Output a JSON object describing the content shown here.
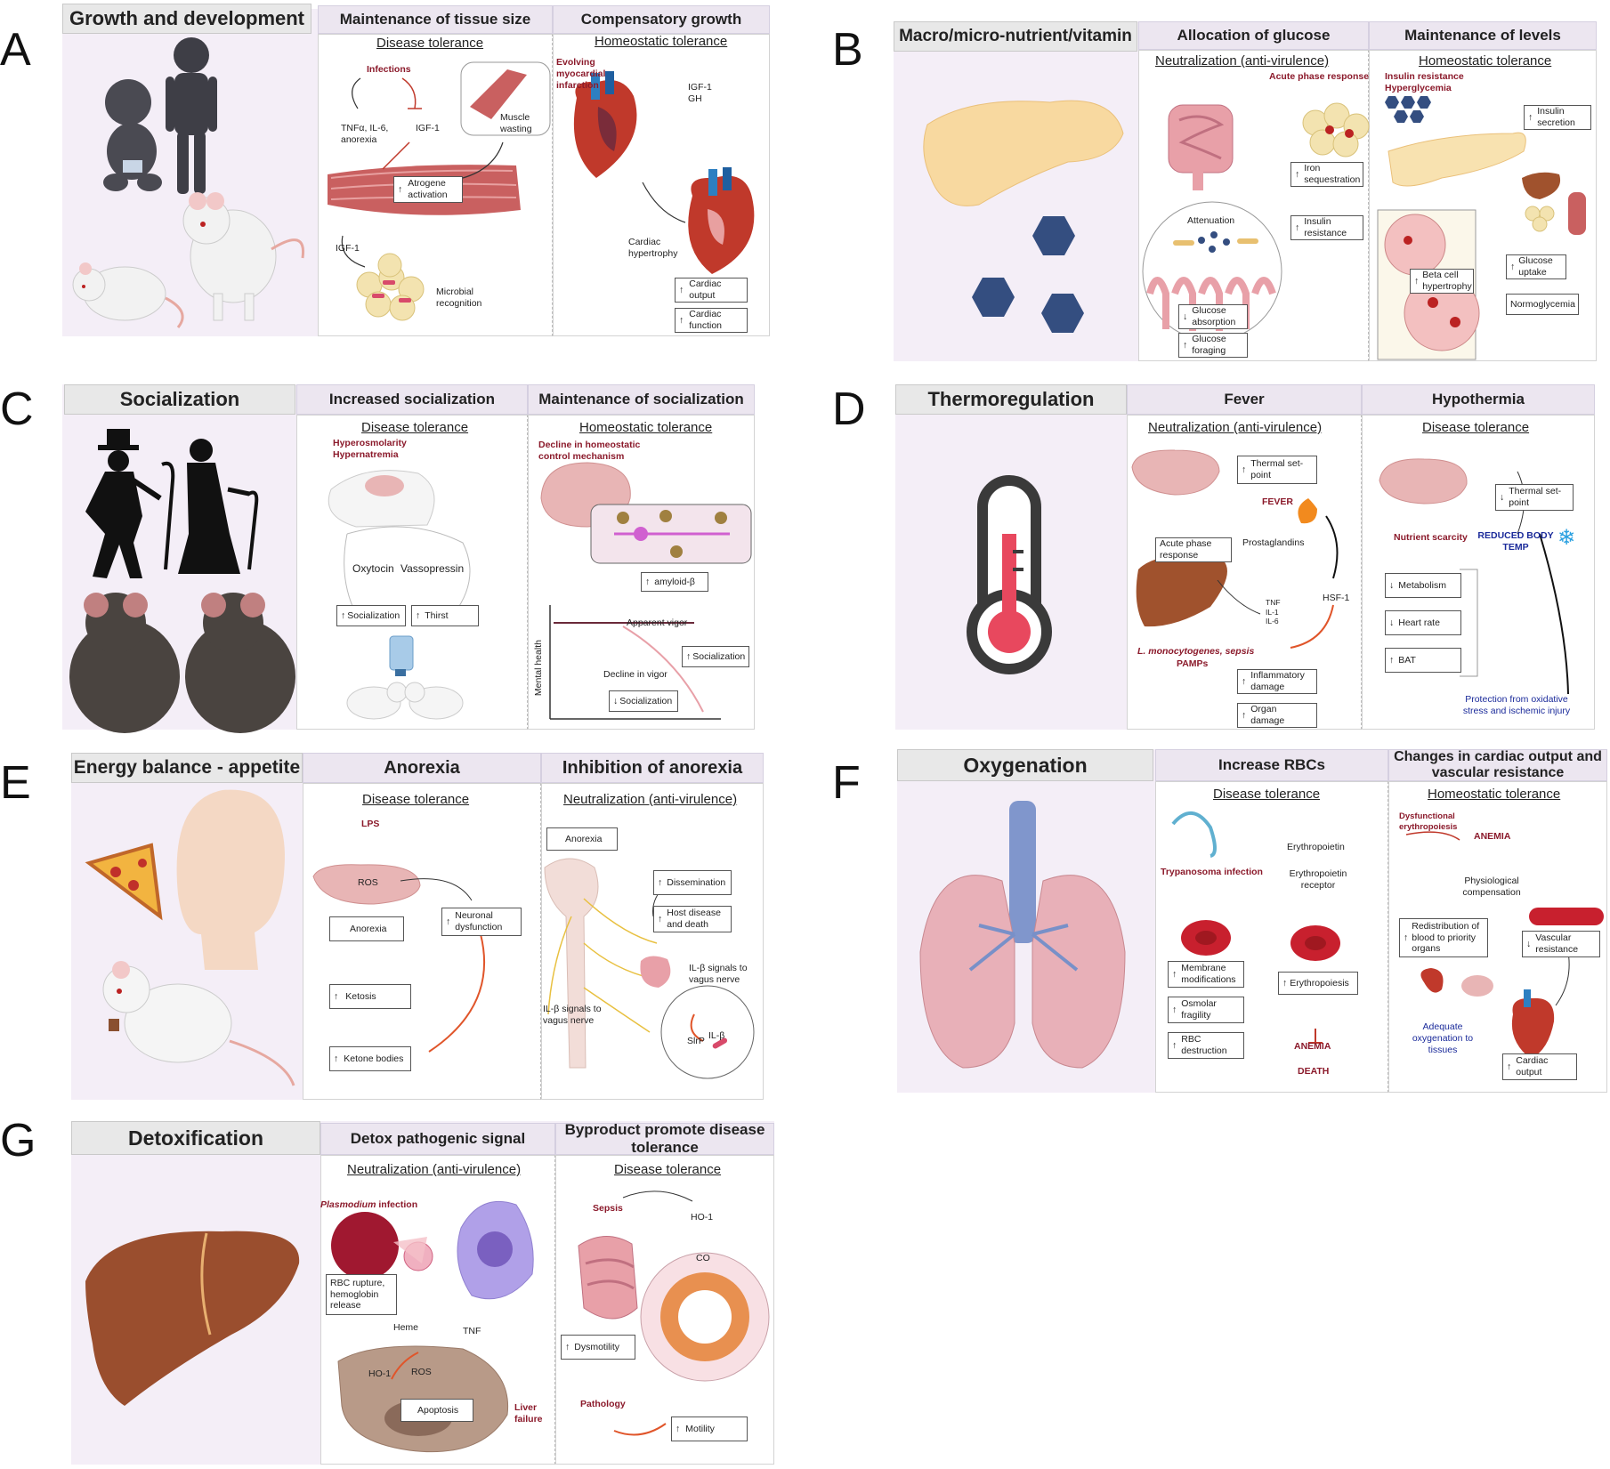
{
  "panel_letters": [
    "A",
    "B",
    "C",
    "D",
    "E",
    "F",
    "G"
  ],
  "A": {
    "title": "Growth and development",
    "sub1": "Maintenance of tissue size",
    "sub2": "Compensatory growth",
    "tol1": "Disease tolerance",
    "tol2": "Homeostatic tolerance",
    "infections": "Infections",
    "tnf": "TNFα, IL-6, anorexia",
    "igf1": "IGF-1",
    "muscle_wasting": "Muscle wasting",
    "atrogene": "Atrogene activation",
    "igf1b": "IGF-1",
    "microbial": "Microbial recognition",
    "mi": "Evolving myocardial infarction",
    "igf_gh": "IGF-1 GH",
    "hypertrophy": "Cardiac hypertrophy",
    "cardiac_output": "Cardiac output",
    "cardiac_function": "Cardiac function"
  },
  "B": {
    "title": "Macro/micro-nutrient/vitamin",
    "sub1": "Allocation of glucose",
    "sub2": "Maintenance of levels",
    "tol1": "Neutralization (anti-virulence)",
    "tol2": "Homeostatic tolerance",
    "acute": "Acute phase response",
    "iron": "Iron sequestration",
    "insulin_res": "Insulin resistance",
    "attenuation": "Attenuation",
    "glucose_abs": "Glucose absorption",
    "glucose_for": "Glucose foraging",
    "ir_hg": "Insulin resistance Hyperglycemia",
    "insulin_sec": "Insulin secretion",
    "beta": "Beta cell hypertrophy",
    "glucose_up": "Glucose uptake",
    "normo": "Normoglycemia"
  },
  "C": {
    "title": "Socialization",
    "sub1": "Increased socialization",
    "sub2": "Maintenance of socialization",
    "tol1": "Disease tolerance",
    "tol2": "Homeostatic tolerance",
    "hyper": "Hyperosmolarity Hypernatremia",
    "oxy": "Oxytocin",
    "vaso": "Vassopressin",
    "social": "Socialization",
    "thirst": "Thirst",
    "decline": "Decline in homeostatic control mechanism",
    "amyloid": "amyloid-β",
    "apparent": "Apparent vigor",
    "social2": "Socialization",
    "decline_vigor": "Decline in vigor",
    "social3": "Socialization",
    "mental": "Mental health"
  },
  "D": {
    "title": "Thermoregulation",
    "sub1": "Fever",
    "sub2": "Hypothermia",
    "tol1": "Neutralization (anti-virulence)",
    "tol2": "Disease tolerance",
    "thermal": "Thermal set-point",
    "fever": "FEVER",
    "acute": "Acute phase response",
    "prosta": "Prostaglandins",
    "tnf": "TNF IL-1 IL-6",
    "hsf": "HSF-1",
    "lmono": "L. monocytogenes, sepsis",
    "pamps": "PAMPs",
    "inflam": "Inflammatory damage",
    "organ": "Organ damage",
    "thermal2": "Thermal set-point",
    "nutrient": "Nutrient scarcity",
    "reduced": "REDUCED BODY TEMP",
    "metab": "Metabolism",
    "heart": "Heart rate",
    "bat": "BAT",
    "protect": "Protection from oxidative stress and ischemic injury"
  },
  "E": {
    "title": "Energy balance - appetite",
    "sub1": "Anorexia",
    "sub2": "Inhibition of anorexia",
    "tol1": "Disease tolerance",
    "tol2": "Neutralization (anti-virulence)",
    "lps": "LPS",
    "ros": "ROS",
    "anorexia": "Anorexia",
    "neuronal": "Neuronal dysfunction",
    "ketosis": "Ketosis",
    "ketone": "Ketone bodies",
    "anorexia2": "Anorexia",
    "dissem": "Dissemination",
    "hostdis": "Host disease and death",
    "ilb1": "IL-β signals to vagus nerve",
    "ilb2": "IL-β signals to vagus nerve",
    "slrp": "SlrP",
    "ilb": "IL-β"
  },
  "F": {
    "title": "Oxygenation",
    "sub1": "Increase RBCs",
    "sub2": "Changes in cardiac output and vascular resistance",
    "tol1": "Disease tolerance",
    "tol2": "Homeostatic tolerance",
    "trypano": "Trypanosoma infection",
    "epo": "Erythropoietin",
    "epor": "Erythropoietin receptor",
    "membrane": "Membrane modifications",
    "osmolar": "Osmolar fragility",
    "rbcd": "RBC destruction",
    "erythro": "Erythropoiesis",
    "anemia": "ANEMIA",
    "death": "DEATH",
    "dysfunc": "Dysfunctional erythropoiesis",
    "anemia2": "ANEMIA",
    "physio": "Physiological compensation",
    "redist": "Redistribution of blood to priority organs",
    "vascular": "Vascular resistance",
    "adequate": "Adequate oxygenation to tissues",
    "cardiac": "Cardiac output"
  },
  "G": {
    "title": "Detoxification",
    "sub1": "Detox pathogenic signal",
    "sub2": "Byproduct promote disease tolerance",
    "tol1": "Neutralization (anti-virulence)",
    "tol2": "Disease tolerance",
    "plasmo": "Plasmodium",
    "plasmo2": "infection",
    "rbc": "RBC rupture, hemoglobin release",
    "heme": "Heme",
    "tnf": "TNF",
    "ho1": "HO-1",
    "ros": "ROS",
    "apoptosis": "Apoptosis",
    "liver": "Liver failure",
    "sepsis": "Sepsis",
    "ho1b": "HO-1",
    "co": "CO",
    "dysmo": "Dysmotility",
    "patho": "Pathology",
    "motility": "Motility"
  },
  "colors": {
    "panel_bg": "#f4eef7",
    "header_bg": "#e8e8e8",
    "sub_bg": "#ece6f0",
    "dark_red": "#8b1a2b",
    "navy": "#1a2a9a"
  }
}
